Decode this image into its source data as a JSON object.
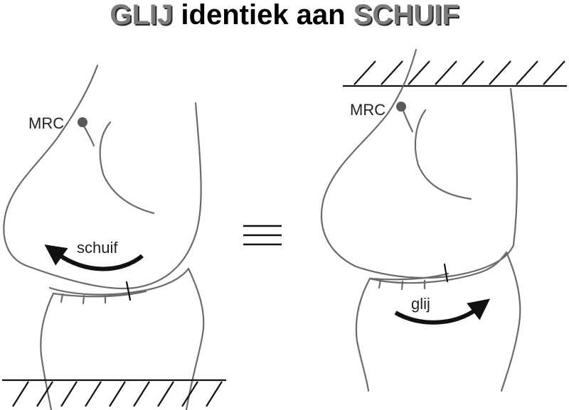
{
  "title": {
    "word1": "GLIJ",
    "word2": "identiek aan",
    "word3": "SCHUIF"
  },
  "left_panel": {
    "mrc_label": "MRC",
    "arrow_label": "schuif"
  },
  "right_panel": {
    "mrc_label": "MRC",
    "arrow_label": "glij"
  },
  "colors": {
    "bone_outline": "#6b6b6b",
    "ground": "#111111",
    "arrow": "#111111",
    "title_grey": "#7b7b7b",
    "mrc_dot": "#5a5a5a"
  }
}
